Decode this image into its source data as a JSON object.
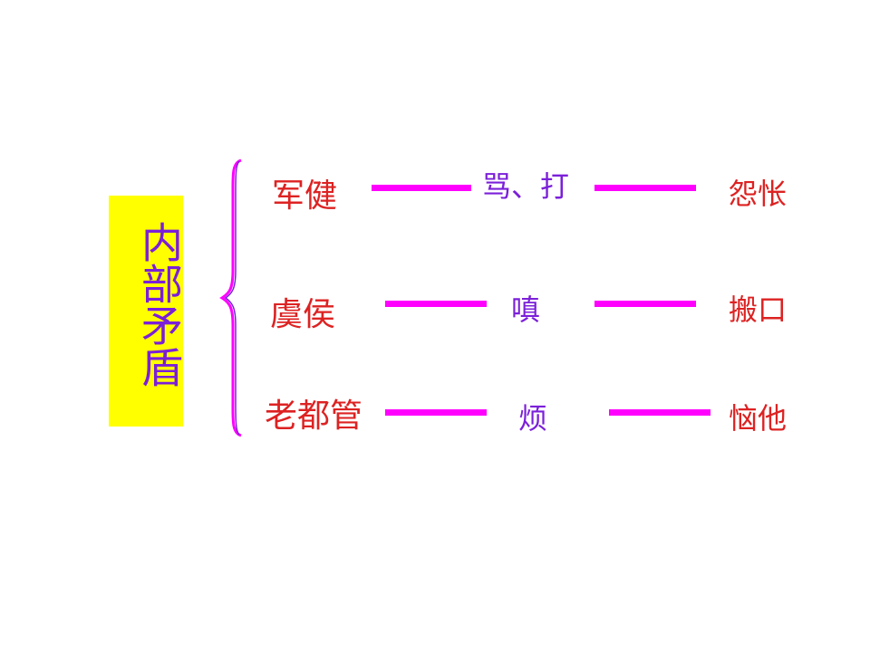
{
  "title": "内部矛盾",
  "colors": {
    "title_box": "#ffff00",
    "title_text": "#7b1fd9",
    "brace": "#ff00ff",
    "connector": "#ff00ff",
    "left_label": "#dd2222",
    "middle_label": "#7b1fd9",
    "right_label": "#dd2222"
  },
  "rows": [
    {
      "left": "军健",
      "middle": "骂、打",
      "right": "怨怅"
    },
    {
      "left": "虞侯",
      "middle": "嗔",
      "right": "搬口"
    },
    {
      "left": "老都管",
      "middle": "烦",
      "right": "恼他"
    }
  ]
}
